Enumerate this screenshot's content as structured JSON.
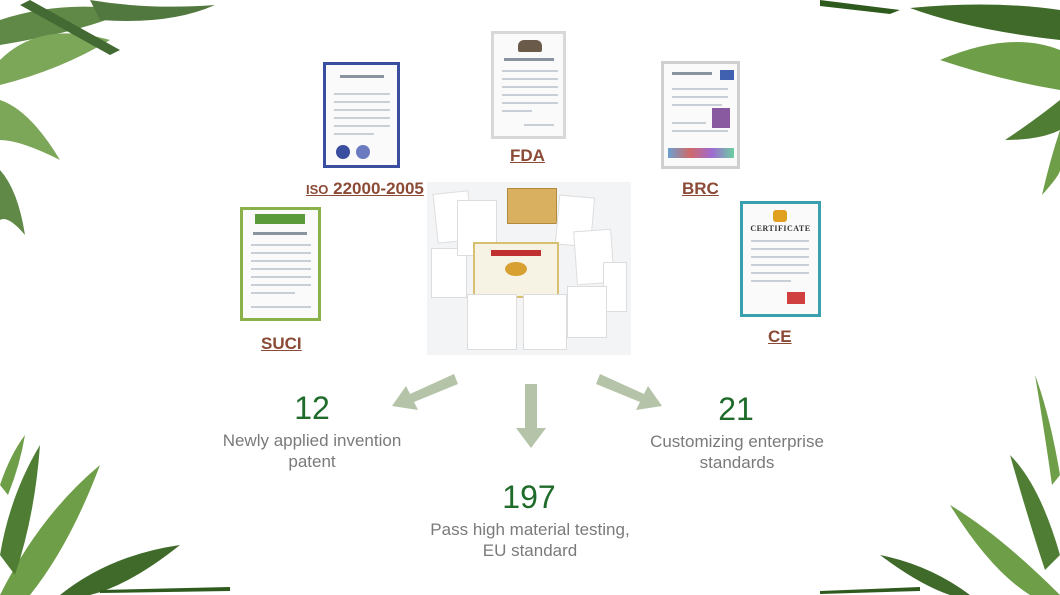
{
  "certificates": {
    "iso": {
      "prefix": "ISO",
      "label": " 22000-2005"
    },
    "fda": {
      "label": "FDA"
    },
    "brc": {
      "label": "BRC"
    },
    "suci": {
      "label": "SUCI"
    },
    "ce": {
      "label": "CE",
      "header": "CERTIFICATE"
    }
  },
  "stats": {
    "left": {
      "value": "12",
      "desc_line1": "Newly applied invention",
      "desc_line2": "patent"
    },
    "right": {
      "value": "21",
      "desc_line1": "Customizing enterprise",
      "desc_line2": "standards"
    },
    "bottom": {
      "value": "197",
      "desc_line1": "Pass high material testing,",
      "desc_line2": "EU standard"
    }
  },
  "colors": {
    "label": "#8b4a36",
    "number": "#1e6b2a",
    "arrow": "#b5c4a8",
    "leaf": "#5d8a3a"
  }
}
